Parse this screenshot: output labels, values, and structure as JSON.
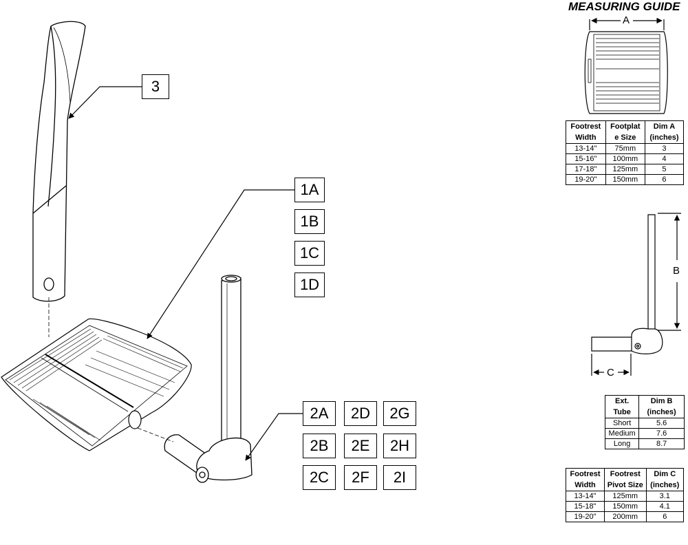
{
  "callouts": {
    "heel_loop": "3",
    "footplates": [
      "1A",
      "1B",
      "1C",
      "1D"
    ],
    "pivots": [
      [
        "2A",
        "2D",
        "2G"
      ],
      [
        "2B",
        "2E",
        "2H"
      ],
      [
        "2C",
        "2F",
        "2I"
      ]
    ]
  },
  "guide": {
    "title": "MEASURING GUIDE",
    "dim_a_label": "A",
    "dim_b_label": "B",
    "dim_c_label": "C"
  },
  "table_a": {
    "headers": [
      "Footrest Width",
      "Footplat e Size",
      "Dim A (inches)"
    ],
    "rows": [
      [
        "13-14\"",
        "75mm",
        "3"
      ],
      [
        "15-16\"",
        "100mm",
        "4"
      ],
      [
        "17-18\"",
        "125mm",
        "5"
      ],
      [
        "19-20\"",
        "150mm",
        "6"
      ]
    ]
  },
  "table_b": {
    "headers": [
      "Ext. Tube",
      "Dim B (inches)"
    ],
    "rows": [
      [
        "Short",
        "5.6"
      ],
      [
        "Medium",
        "7.6"
      ],
      [
        "Long",
        "8.7"
      ]
    ]
  },
  "table_c": {
    "headers": [
      "Footrest Width",
      "Footrest Pivot Size",
      "Dim C (inches)"
    ],
    "rows": [
      [
        "13-14\"",
        "125mm",
        "3.1"
      ],
      [
        "15-18\"",
        "150mm",
        "4.1"
      ],
      [
        "19-20\"",
        "200mm",
        "6"
      ]
    ]
  },
  "colors": {
    "line": "#000000",
    "background": "#ffffff"
  }
}
